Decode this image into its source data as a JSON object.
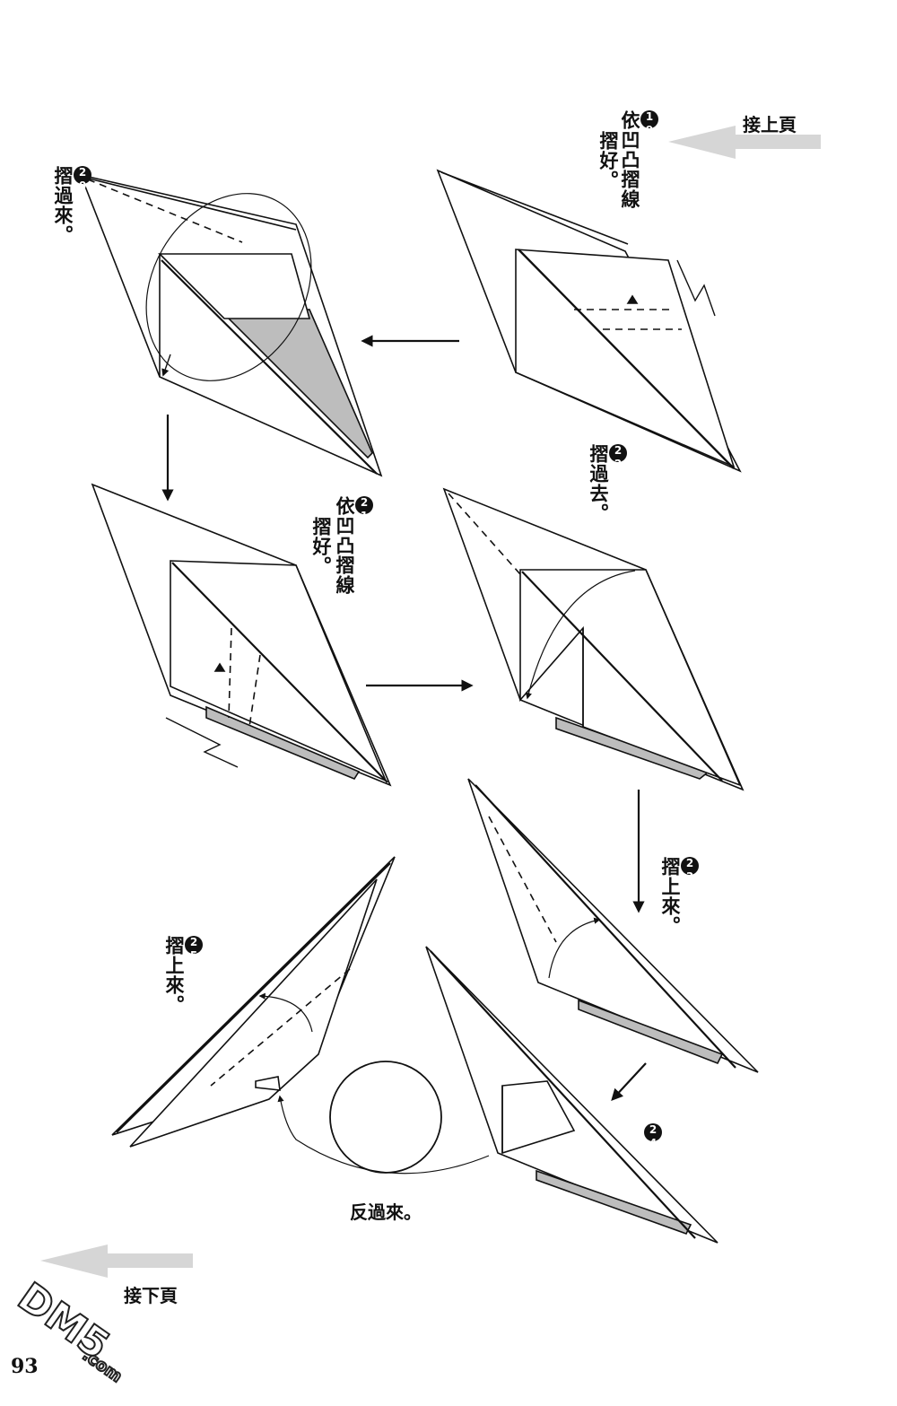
{
  "nav": {
    "prev_page": "接上頁",
    "next_page": "接下頁"
  },
  "steps": [
    {
      "num": "19",
      "lines": [
        "依凹凸摺線",
        "摺好。"
      ]
    },
    {
      "num": "20",
      "lines": [
        "摺過來。"
      ]
    },
    {
      "num": "21",
      "lines": [
        "依凹凸摺線",
        "摺好。"
      ]
    },
    {
      "num": "22",
      "lines": [
        "摺過去。"
      ]
    },
    {
      "num": "23",
      "lines": [
        "摺上來。"
      ]
    },
    {
      "num": "24",
      "lines": []
    },
    {
      "num": "25",
      "lines": [
        "摺上來。"
      ]
    }
  ],
  "flip_instruction": "反過來。",
  "page_number": "93",
  "watermark": {
    "main": "DM5",
    "sub": ".com"
  },
  "colors": {
    "ink": "#111111",
    "shade": "#bdbdbd",
    "nav_arrow": "#d6d6d6"
  }
}
